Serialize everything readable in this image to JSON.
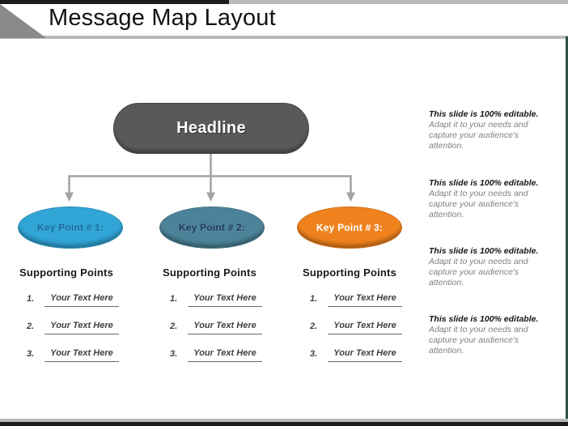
{
  "slide": {
    "title": "Message Map Layout",
    "headline_label": "Headline",
    "key_points": [
      {
        "label": "Key Point # 1:",
        "fill": "#30a5d6",
        "text_color": "#1a6c9e"
      },
      {
        "label": "Key Point # 2:",
        "fill": "#4d8398",
        "text_color": "#21395c"
      },
      {
        "label": "Key Point # 3:",
        "fill": "#f0821e",
        "text_color": "#ffffff"
      }
    ],
    "columns": [
      {
        "heading": "Supporting Points",
        "items": [
          {
            "num": "1.",
            "text": "Your Text Here"
          },
          {
            "num": "2.",
            "text": "Your Text Here"
          },
          {
            "num": "3.",
            "text": "Your Text Here"
          }
        ]
      },
      {
        "heading": "Supporting Points",
        "items": [
          {
            "num": "1.",
            "text": "Your Text Here"
          },
          {
            "num": "2.",
            "text": "Your Text Here"
          },
          {
            "num": "3.",
            "text": "Your Text Here"
          }
        ]
      },
      {
        "heading": "Supporting Points",
        "items": [
          {
            "num": "1.",
            "text": "Your Text Here"
          },
          {
            "num": "2.",
            "text": "Your Text Here"
          },
          {
            "num": "3.",
            "text": "Your Text Here"
          }
        ]
      }
    ],
    "side_notes": [
      {
        "heading": "This slide is 100% editable.",
        "body": "Adapt it to your needs and capture your audience's attention."
      },
      {
        "heading": "This slide is 100% editable.",
        "body": "Adapt it to your needs and capture your audience's attention."
      },
      {
        "heading": "This slide is 100% editable.",
        "body": "Adapt it to your needs and capture your audience's attention."
      },
      {
        "heading": "This slide is 100% editable.",
        "body": "Adapt it to your needs and capture your audience's attention."
      }
    ],
    "colors": {
      "headline_fill": "#58595b",
      "connector": "#a3a3a3",
      "accent_border": "#2d5244",
      "frame_dark": "#1c1c1c",
      "frame_light": "#b9b9b9"
    }
  }
}
